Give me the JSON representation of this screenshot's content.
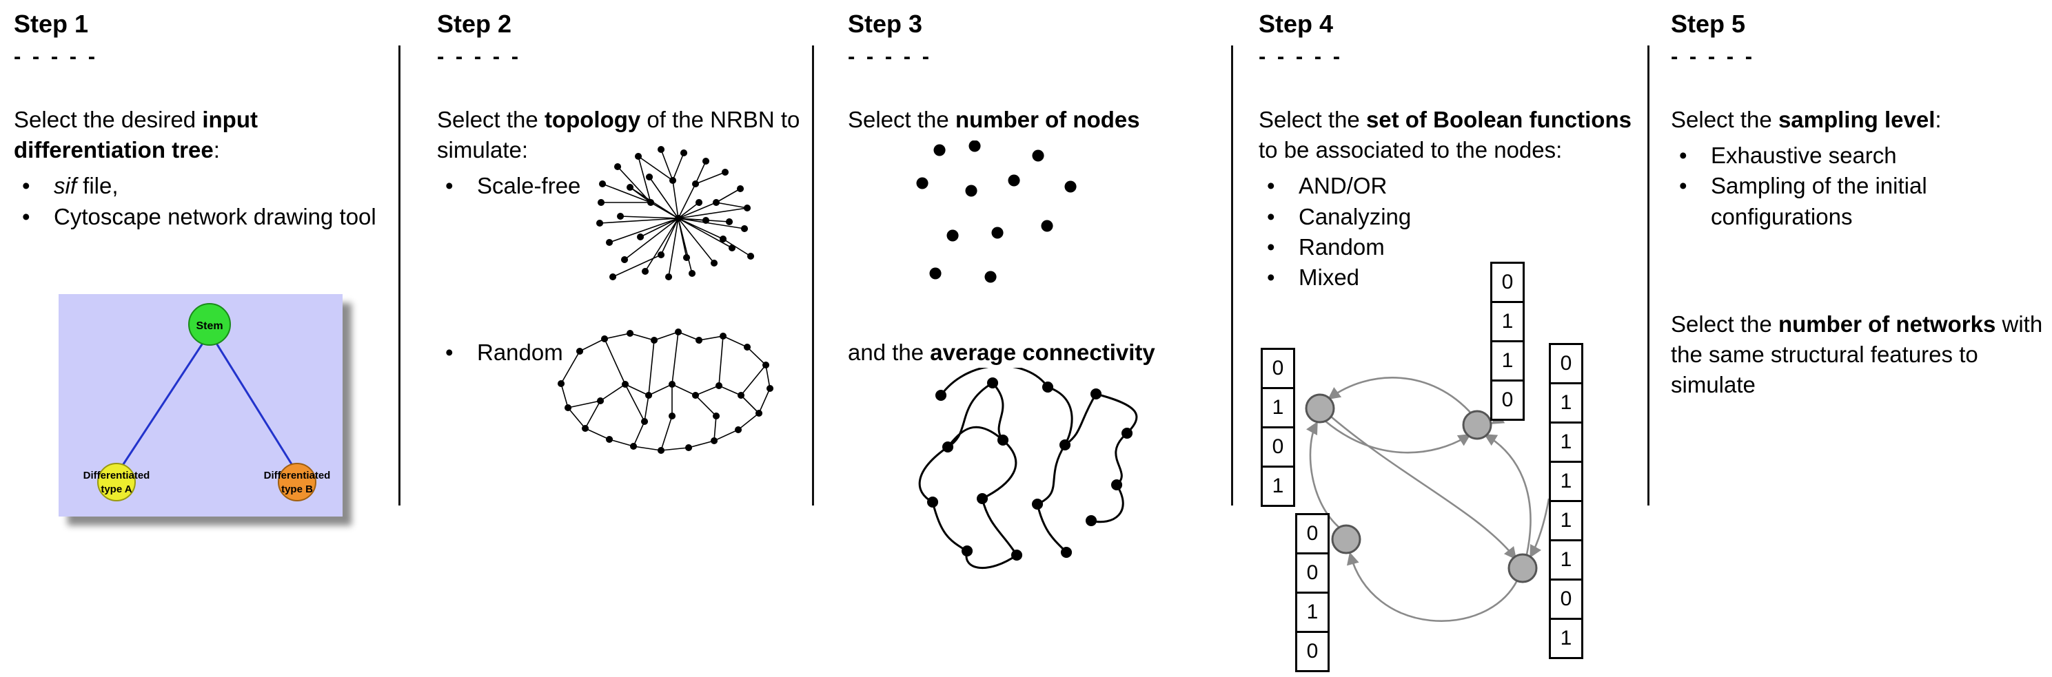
{
  "bullet_char": "•",
  "dashes": "- - - - -",
  "step1": {
    "title": "Step 1",
    "intro_pre": "Select the desired ",
    "intro_bold": "input differentiation tree",
    "intro_post": ":",
    "bullet1_italic": "sif",
    "bullet1_rest": " file,",
    "bullet2": "Cytoscape network drawing tool",
    "tree": {
      "stem_label": "Stem",
      "left_label_line1": "Differentiated",
      "left_label_line2": "type A",
      "right_label_line1": "Differentiated",
      "right_label_line2": "type B",
      "colors": {
        "background": "#ccccfa",
        "stem": "#35dd35",
        "type_a": "#eded2e",
        "type_b": "#f0922d",
        "edge": "#2233cc"
      }
    }
  },
  "step2": {
    "title": "Step 2",
    "intro_pre": "Select the ",
    "intro_bold": "topology",
    "intro_post": " of the NRBN to simulate:",
    "bullet1": "Scale-free",
    "bullet2": "Random"
  },
  "step3": {
    "title": "Step 3",
    "intro_pre": "Select the ",
    "intro_bold": "number of nodes",
    "second_pre": "and the ",
    "second_bold": "average connectivity"
  },
  "step4": {
    "title": "Step 4",
    "intro_pre": "Select the ",
    "intro_bold": "set of Boolean functions",
    "intro_post": " to be associated to the nodes:",
    "bullets": [
      "AND/OR",
      "Canalyzing",
      "Random",
      "Mixed"
    ],
    "truth_columns": {
      "left": [
        "0",
        "1",
        "0",
        "1"
      ],
      "top": [
        "0",
        "1",
        "1",
        "0"
      ],
      "right": [
        "0",
        "1",
        "1",
        "1",
        "1",
        "1",
        "0",
        "1"
      ],
      "bottom_left": [
        "0",
        "0",
        "1",
        "0"
      ]
    }
  },
  "step5": {
    "title": "Step 5",
    "intro_pre": "Select the ",
    "intro_bold": "sampling level",
    "intro_post": ":",
    "bullet1": "Exhaustive search",
    "bullet2": "Sampling of the initial configurations",
    "second_pre": "Select the ",
    "second_bold": "number of networks",
    "second_post": " with the same structural features to simulate"
  }
}
